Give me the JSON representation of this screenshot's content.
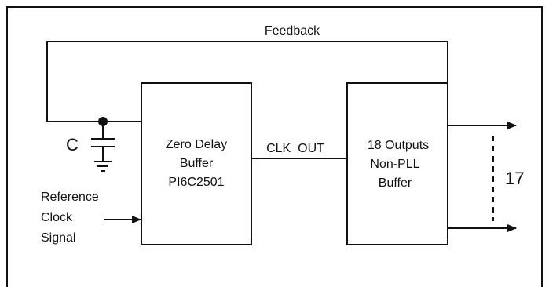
{
  "labels": {
    "feedback": "Feedback",
    "capacitor": "C",
    "signal": "CLK_OUT",
    "count": "17"
  },
  "reference": [
    "Reference",
    "Clock",
    "Signal"
  ],
  "zero_delay_buffer": [
    "Zero Delay",
    "Buffer",
    "PI6C2501"
  ],
  "non_pll_buffer": [
    "18 Outputs",
    "Non-PLL",
    "Buffer"
  ],
  "colors": {
    "line": "#111111",
    "background": "#ffffff"
  }
}
